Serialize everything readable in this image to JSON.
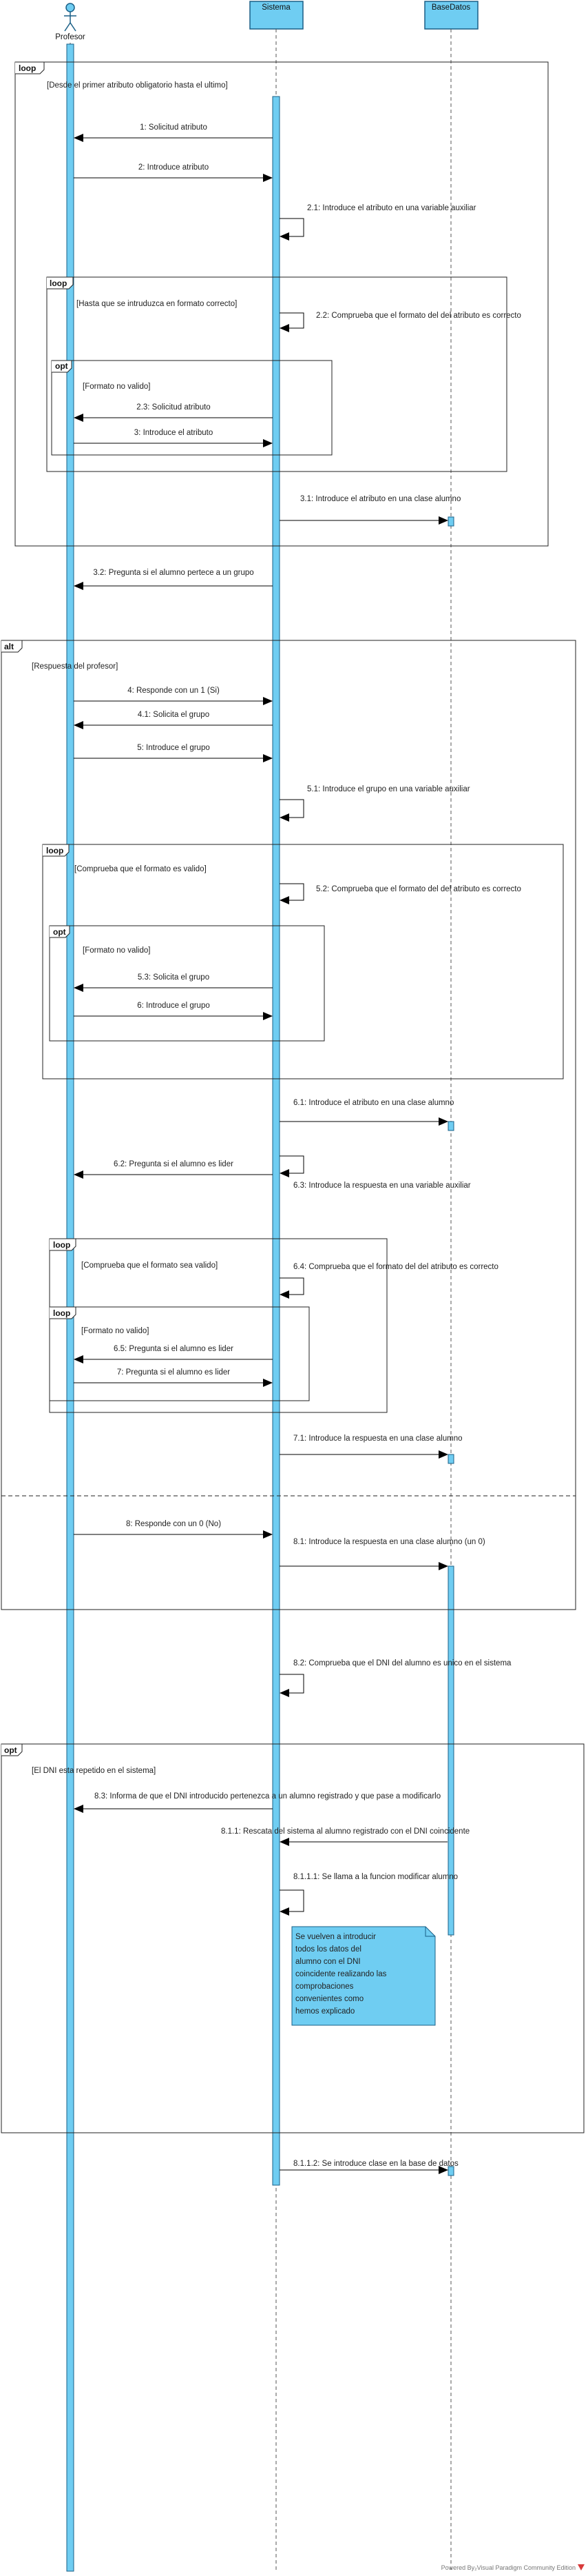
{
  "participants": {
    "actor": "Profesor",
    "sistema": "Sistema",
    "basedatos": "BaseDatos"
  },
  "fragments": {
    "loop1": {
      "kw": "loop",
      "guard": "[Desde el primer atributo  obligatorio hasta el ultimo]"
    },
    "loop2": {
      "kw": "loop",
      "guard": "[Hasta que se intruduzca en formato correcto]"
    },
    "opt1": {
      "kw": "opt",
      "guard": "[Formato no valido]"
    },
    "alt1": {
      "kw": "alt",
      "guard": "[Respuesta del profesor]"
    },
    "loop3": {
      "kw": "loop",
      "guard": "[Comprueba que el formato es valido]"
    },
    "opt2": {
      "kw": "opt",
      "guard": "[Formato no valido]"
    },
    "loop4": {
      "kw": "loop",
      "guard": "[Comprueba que el formato sea valido]"
    },
    "loop5": {
      "kw": "loop",
      "guard": "[Formato no valido]"
    },
    "opt3": {
      "kw": "opt",
      "guard": "[El DNI esta repetido en el sistema]"
    }
  },
  "messages": {
    "m1": "1: Solicitud atributo",
    "m2": "2: Introduce atributo",
    "m21": "2.1: Introduce el atributo en una variable auxiliar",
    "m22": "2.2: Comprueba que el formato del del atributo es correcto",
    "m23": "2.3: Solicitud atributo",
    "m3": "3: Introduce el atributo",
    "m31": "3.1: Introduce el atributo en una clase alumno",
    "m32": "3.2: Pregunta si el alumno pertece a un grupo",
    "m4": "4: Responde con un 1 (Si)",
    "m41": "4.1: Solicita el grupo",
    "m5": "5: Introduce el grupo",
    "m51": "5.1: Introduce el grupo en una variable auxiliar",
    "m52": "5.2: Comprueba que el formato del del atributo es correcto",
    "m53": "5.3: Solicita el grupo",
    "m6": "6: Introduce el grupo",
    "m61": "6.1: Introduce el atributo en una clase alumno",
    "m62": "6.2: Pregunta si el alumno es lider",
    "m63": "6.3: Introduce la respuesta en una variable auxiliar",
    "m64": "6.4: Comprueba que el formato del del atributo es correcto",
    "m65": "6.5: Pregunta si el alumno es lider",
    "m7": "7: Pregunta si el alumno es lider",
    "m71": "7.1: Introduce la respuesta en una clase alumno",
    "m8": "8: Responde con un 0 (No)",
    "m81": "8.1: Introduce la respuesta en una clase alumno (un 0)",
    "m82": "8.2: Comprueba que el DNI del alumno es unico en el sistema",
    "m83": "8.3: Informa de que el DNI introducido pertenezca a un alumno registrado y que pase a modificarlo",
    "m811": "8.1.1: Rescata del sistema al alumno registrado con el DNI coincidente",
    "m8111": "8.1.1.1: Se llama a la funcion modificar alumno",
    "m812": "8.1.1.2: Se introduce clase en la base de datos"
  },
  "note": {
    "lines": [
      "Se vuelven a introducir",
      "todos los datos del",
      "alumno con el DNI",
      "coincidente realizando las",
      "comprobaciones",
      "convenientes como",
      "hemos explicado"
    ]
  },
  "footer": "Powered By₂Visual Paradigm Community Edition",
  "colors": {
    "lifeline_box": "#6fcdf2",
    "activation": "#6fcdf2",
    "note": "#6fcdf2"
  }
}
